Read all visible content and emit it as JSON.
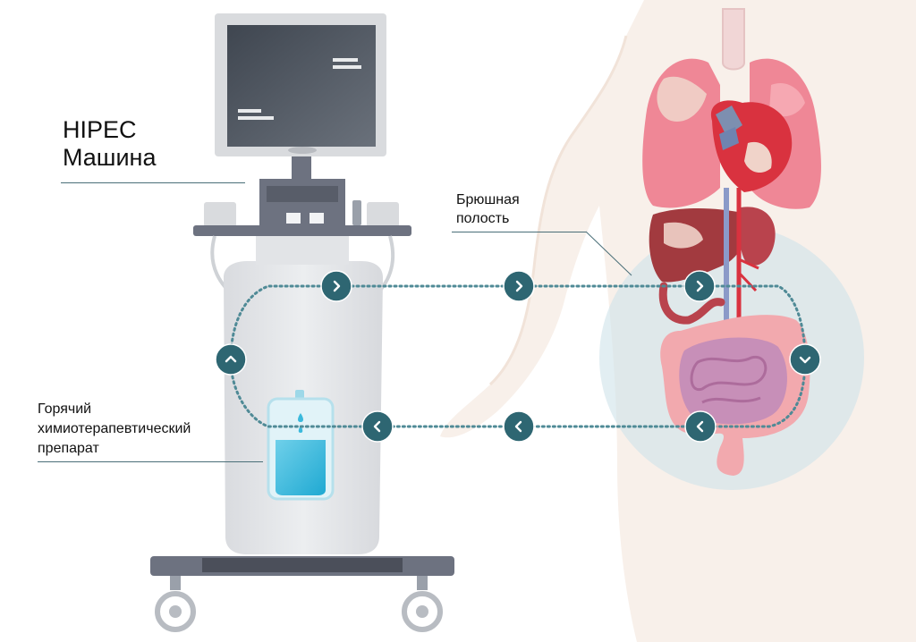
{
  "labels": {
    "machine": "HIPEC\nМашина",
    "abdominal_cavity": "Брюшная\nполость",
    "hot_drug": "Горячий\nхимиотерапевтический\nпрепарат"
  },
  "colors": {
    "flow_node": "#2e6672",
    "flow_line": "#4f8a96",
    "leader_line": "#4a6f78",
    "machine_body": "#e6e7e9",
    "machine_dark": "#6d7280",
    "screen": "#4c525b",
    "fluid": "#3bb9dc",
    "lungs": "#ef8796",
    "heart": "#d9323f",
    "liver": "#a23a3f",
    "colon": "#f2a9ae",
    "small_intestine": "#c78fb8",
    "skin": "#f7eee7",
    "cavity_highlight": "#cfe3ea"
  },
  "flow_nodes": [
    {
      "name": "flow-arrow-right-1",
      "icon": "chevron-right-icon"
    },
    {
      "name": "flow-arrow-right-2",
      "icon": "chevron-right-icon"
    },
    {
      "name": "flow-arrow-right-3",
      "icon": "chevron-right-icon"
    },
    {
      "name": "flow-arrow-down",
      "icon": "chevron-down-icon"
    },
    {
      "name": "flow-arrow-left-1",
      "icon": "chevron-left-icon"
    },
    {
      "name": "flow-arrow-left-2",
      "icon": "chevron-left-icon"
    },
    {
      "name": "flow-arrow-left-3",
      "icon": "chevron-left-icon"
    },
    {
      "name": "flow-arrow-up",
      "icon": "chevron-up-icon"
    }
  ]
}
